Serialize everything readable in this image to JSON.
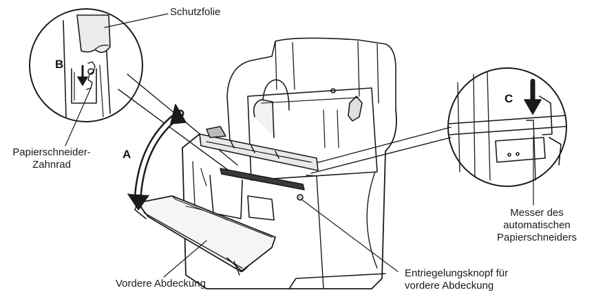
{
  "labels": {
    "schutzfolie": "Schutzfolie",
    "zahnrad_line1": "Papierschneider-",
    "zahnrad_line2": "Zahnrad",
    "vordere_abdeckung": "Vordere Abdeckung",
    "entriegelung_line1": "Entriegelungsknopf für",
    "entriegelung_line2": "vordere Abdeckung",
    "messer_line1": "Messer des",
    "messer_line2": "automatischen",
    "messer_line3": "Papierschneiders"
  },
  "markers": {
    "a": "A",
    "b": "B",
    "c": "C"
  },
  "colors": {
    "line": "#1a1a1a",
    "shade": "#cfcfcf",
    "dark": "#3a3a3a"
  }
}
